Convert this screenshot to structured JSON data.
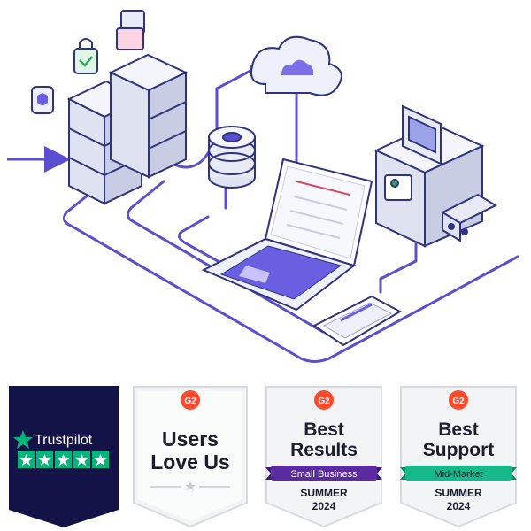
{
  "badges": {
    "trustpilot": {
      "brand": "Trustpilot",
      "stars": 5,
      "background": "#131347",
      "star_color": "#00b67a"
    },
    "g2_users": {
      "logo": "G2",
      "line1": "Users",
      "line2": "Love Us"
    },
    "g2_results": {
      "logo": "G2",
      "line1": "Best",
      "line2": "Results",
      "ribbon": "Small Business",
      "season": "SUMMER",
      "year": "2024",
      "ribbon_color": "#5b2ca0"
    },
    "g2_support": {
      "logo": "G2",
      "line1": "Best",
      "line2": "Support",
      "ribbon": "Mid-Market",
      "season": "SUMMER",
      "year": "2024",
      "ribbon_color": "#17b88a"
    }
  },
  "colors": {
    "g2_red": "#ff492c",
    "line_purple": "#5a4fcf",
    "outline": "#3b3f8f"
  }
}
